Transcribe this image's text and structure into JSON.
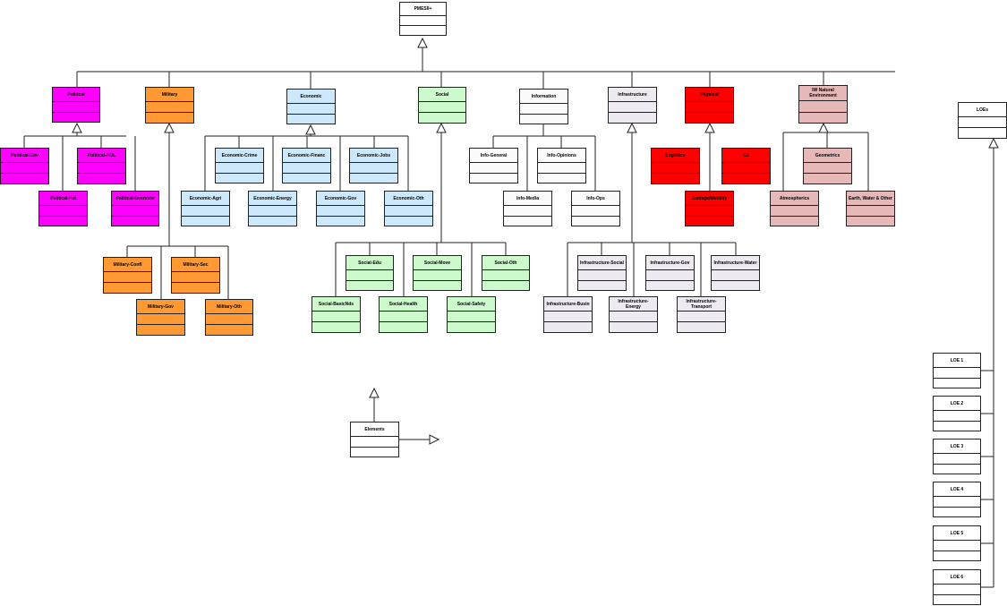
{
  "colors": {
    "political": "#ff00ff",
    "military": "#ff9933",
    "economic": "#cce8fa",
    "social": "#ccfacc",
    "information": "#fbfbfb",
    "infrastructure": "#eeeaf2",
    "physical": "#ff0000",
    "natural": "#e6b8b8",
    "plain": "#ffffff",
    "line": "#222222"
  },
  "root": "PMESII+",
  "political": {
    "title": "Political",
    "items": [
      "Political-Gov",
      "Political-ROL",
      "Political-Pol",
      "Political-Overview"
    ]
  },
  "military": {
    "title": "Military",
    "items": [
      "Military-Confl",
      "Military-Sec",
      "Military-Gov",
      "Military-Oth"
    ]
  },
  "economic": {
    "title": "Economic",
    "items": [
      "Economic-Crime",
      "Economic-Financ",
      "Economic-Jobs",
      "Economic-Agri",
      "Economic-Energy",
      "Economic-Gov",
      "Economic-Oth"
    ]
  },
  "social": {
    "title": "Social",
    "items": [
      "Social-Edu",
      "Social-Move",
      "Social-Oth",
      "Social-BasicNds",
      "Social-Health",
      "Social-Safety"
    ]
  },
  "information": {
    "title": "Information",
    "items": [
      "Info-General",
      "Info-Opinions",
      "Info-Media",
      "Info-Ops"
    ]
  },
  "infrastructure": {
    "title": "Infrastructure",
    "items": [
      "Infrastructure-Social",
      "Infrastructure-Gov",
      "Infrastructure-Water",
      "Infrastructure-Busin",
      "Infrastructure-Energy",
      "Infrastructure-Transport"
    ]
  },
  "physical": {
    "title": "Physical",
    "items": [
      "Logistics",
      "C2",
      "Damage/Mobility"
    ]
  },
  "natural": {
    "title": "IW Natural Environment",
    "items": [
      "Geometrics",
      "Atmospherics",
      "Earth, Water & Other"
    ]
  },
  "elements": "Elements",
  "loes": {
    "title": "LOEs",
    "items": [
      "LOE 1",
      "LOE 2",
      "LOE 3",
      "LOE 4",
      "LOE 5",
      "LOE 6"
    ]
  }
}
